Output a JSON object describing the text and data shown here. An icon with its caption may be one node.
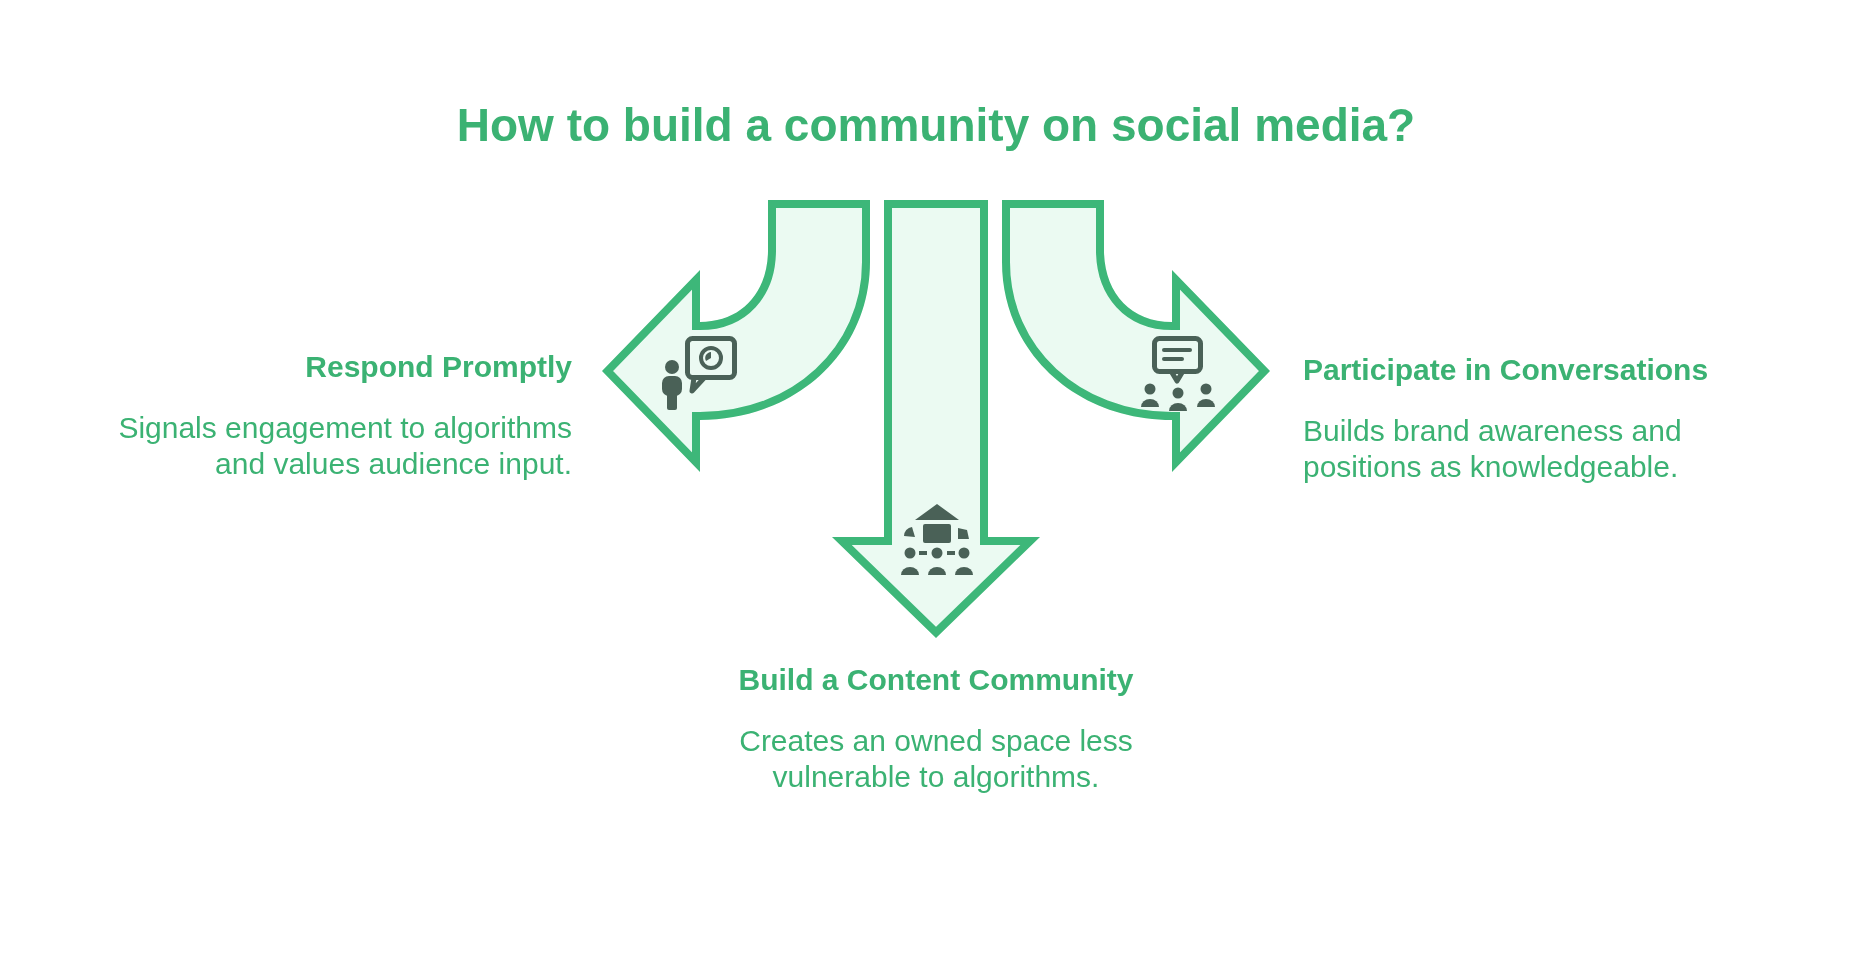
{
  "diagram": {
    "title": "How to build a community on social media?",
    "nodes": [
      {
        "text": [
          "Respond Promptly",
          "Signals engagement to algorithms and values audience input."
        ]
      },
      {
        "text": [
          "Participate in Conversations",
          "Builds brand awareness and positions as knowledgeable."
        ]
      },
      {
        "text": [
          "Build a Content Community",
          "Creates an owned space less vulnerable to algorithms."
        ]
      }
    ],
    "edges": [
      {
        "from": null,
        "to": 0,
        "arrow": "to"
      },
      {
        "from": null,
        "to": 2,
        "arrow": "to"
      },
      {
        "from": null,
        "to": 1,
        "arrow": "to"
      }
    ]
  }
}
